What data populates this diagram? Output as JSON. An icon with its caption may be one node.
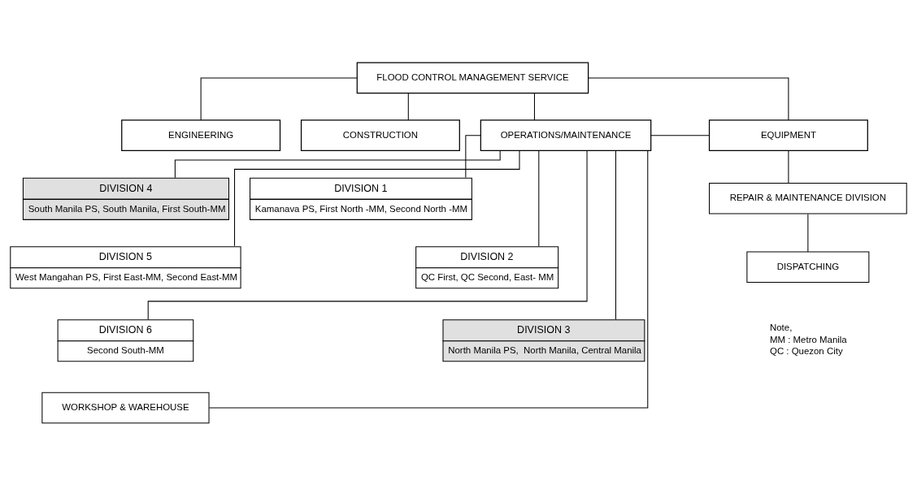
{
  "diagram": {
    "nodes": [
      {
        "text": [
          "FLOOD CONTROL MANAGEMENT SERVICE"
        ]
      },
      {
        "text": [
          "ENGINEERING"
        ]
      },
      {
        "text": [
          "CONSTRUCTION"
        ]
      },
      {
        "text": [
          "OPERATIONS/MAINTENANCE"
        ]
      },
      {
        "text": [
          "EQUIPMENT"
        ]
      },
      {
        "text": [
          "DIVISION 4",
          "South Manila PS, South Manila, First South-MM"
        ]
      },
      {
        "text": [
          "DIVISION 1",
          "Kamanava PS, First North -MM, Second North -MM"
        ]
      },
      {
        "text": [
          "DIVISION 5",
          "West Mangahan PS, First East-MM, Second East-MM"
        ]
      },
      {
        "text": [
          "DIVISION 2",
          "QC First, QC Second, East- MM"
        ]
      },
      {
        "text": [
          "DIVISION 6",
          "Second South-MM"
        ]
      },
      {
        "text": [
          "DIVISION 3",
          "North Manila PS,  North Manila, Central Manila"
        ]
      },
      {
        "text": [
          "WORKSHOP & WAREHOUSE"
        ]
      },
      {
        "text": [
          "REPAIR & MAINTENANCE DIVISION"
        ]
      },
      {
        "text": [
          "DISPATCHING"
        ]
      }
    ],
    "edges": [
      {
        "from": 0,
        "to": 1,
        "arrow": "none"
      },
      {
        "from": 0,
        "to": 2,
        "arrow": "none"
      },
      {
        "from": 0,
        "to": 3,
        "arrow": "none"
      },
      {
        "from": 0,
        "to": 4,
        "arrow": "none"
      },
      {
        "from": 3,
        "to": 4,
        "arrow": "none"
      },
      {
        "from": 3,
        "to": 5,
        "arrow": "none"
      },
      {
        "from": 3,
        "to": 6,
        "arrow": "none"
      },
      {
        "from": 3,
        "to": 7,
        "arrow": "none"
      },
      {
        "from": 3,
        "to": 8,
        "arrow": "none"
      },
      {
        "from": 3,
        "to": 9,
        "arrow": "none"
      },
      {
        "from": 3,
        "to": 10,
        "arrow": "none"
      },
      {
        "from": 3,
        "to": 11,
        "arrow": "none"
      },
      {
        "from": 4,
        "to": 12,
        "arrow": "none"
      },
      {
        "from": 12,
        "to": 13,
        "arrow": "none"
      }
    ],
    "labels": [
      "Note,",
      "MM : Metro Manila",
      "QC : Quezon City"
    ]
  }
}
